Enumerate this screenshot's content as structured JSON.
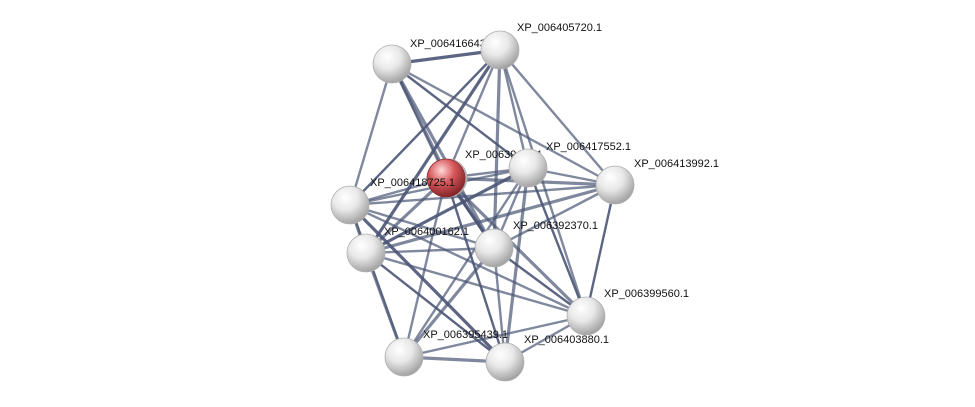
{
  "colors": {
    "edge": "#4a5575",
    "node": "#e6e6e6",
    "node_highlight": "#d8585c",
    "label": "#111111"
  },
  "nodes": [
    {
      "id": "n0",
      "label": "XP_006416643.1",
      "kind": "normal"
    },
    {
      "id": "n1",
      "label": "XP_006405720.1",
      "kind": "normal"
    },
    {
      "id": "n2",
      "label": "XP_00639…0.1",
      "kind": "normal"
    },
    {
      "id": "n3",
      "label": "XP_006417552.1",
      "kind": "normal"
    },
    {
      "id": "n4",
      "label": "XP_006413992.1",
      "kind": "normal"
    },
    {
      "id": "n5",
      "label": "XP_006418725.1",
      "kind": "query"
    },
    {
      "id": "n6",
      "label": "",
      "kind": "normal"
    },
    {
      "id": "n7",
      "label": "XP_006400162.1",
      "kind": "normal"
    },
    {
      "id": "n8",
      "label": "XP_006392370.1",
      "kind": "normal"
    },
    {
      "id": "n9",
      "label": "XP_006399560.1",
      "kind": "normal"
    },
    {
      "id": "n10",
      "label": "XP_006395439.1",
      "kind": "normal"
    },
    {
      "id": "n11",
      "label": "XP_006403880.1",
      "kind": "normal"
    }
  ],
  "edges": [
    [
      "n0",
      "n1"
    ],
    [
      "n0",
      "n5"
    ],
    [
      "n0",
      "n6"
    ],
    [
      "n0",
      "n8"
    ],
    [
      "n0",
      "n3"
    ],
    [
      "n0",
      "n4"
    ],
    [
      "n0",
      "n2"
    ],
    [
      "n1",
      "n5"
    ],
    [
      "n1",
      "n6"
    ],
    [
      "n1",
      "n8"
    ],
    [
      "n1",
      "n3"
    ],
    [
      "n1",
      "n4"
    ],
    [
      "n1",
      "n7"
    ],
    [
      "n1",
      "n9"
    ],
    [
      "n5",
      "n6"
    ],
    [
      "n5",
      "n7"
    ],
    [
      "n5",
      "n8"
    ],
    [
      "n5",
      "n3"
    ],
    [
      "n5",
      "n4"
    ],
    [
      "n5",
      "n10"
    ],
    [
      "n5",
      "n11"
    ],
    [
      "n5",
      "n9"
    ],
    [
      "n3",
      "n4"
    ],
    [
      "n3",
      "n6"
    ],
    [
      "n3",
      "n7"
    ],
    [
      "n3",
      "n8"
    ],
    [
      "n3",
      "n10"
    ],
    [
      "n3",
      "n11"
    ],
    [
      "n3",
      "n9"
    ],
    [
      "n4",
      "n6"
    ],
    [
      "n4",
      "n7"
    ],
    [
      "n4",
      "n8"
    ],
    [
      "n4",
      "n9"
    ],
    [
      "n6",
      "n7"
    ],
    [
      "n6",
      "n8"
    ],
    [
      "n6",
      "n10"
    ],
    [
      "n6",
      "n11"
    ],
    [
      "n6",
      "n9"
    ],
    [
      "n7",
      "n8"
    ],
    [
      "n7",
      "n10"
    ],
    [
      "n7",
      "n11"
    ],
    [
      "n7",
      "n9"
    ],
    [
      "n8",
      "n10"
    ],
    [
      "n8",
      "n11"
    ],
    [
      "n8",
      "n9"
    ],
    [
      "n10",
      "n11"
    ],
    [
      "n10",
      "n9"
    ],
    [
      "n11",
      "n9"
    ],
    [
      "n2",
      "n8"
    ]
  ]
}
